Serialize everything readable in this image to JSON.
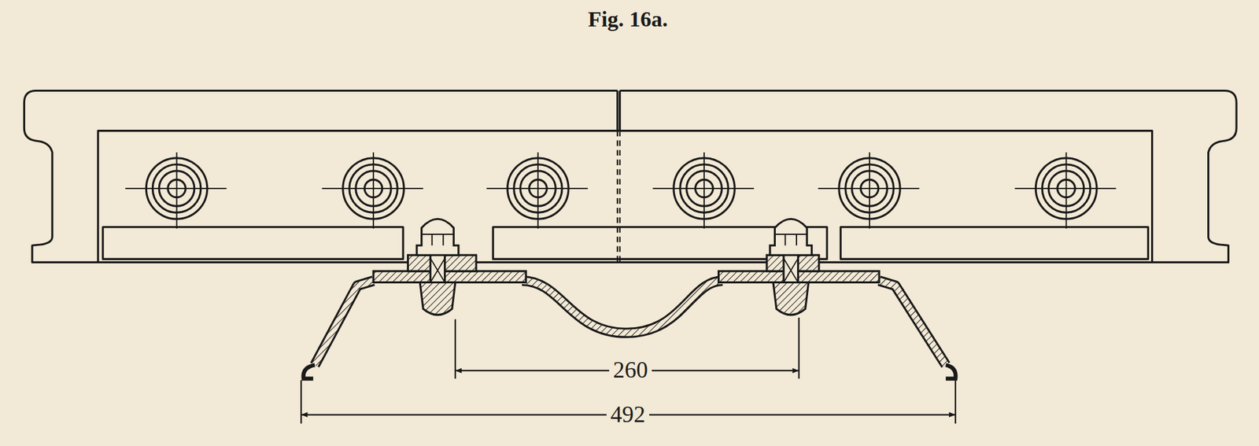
{
  "diagram": {
    "title": "Fig. 16a.",
    "labels": [
      "260",
      "492"
    ]
  }
}
